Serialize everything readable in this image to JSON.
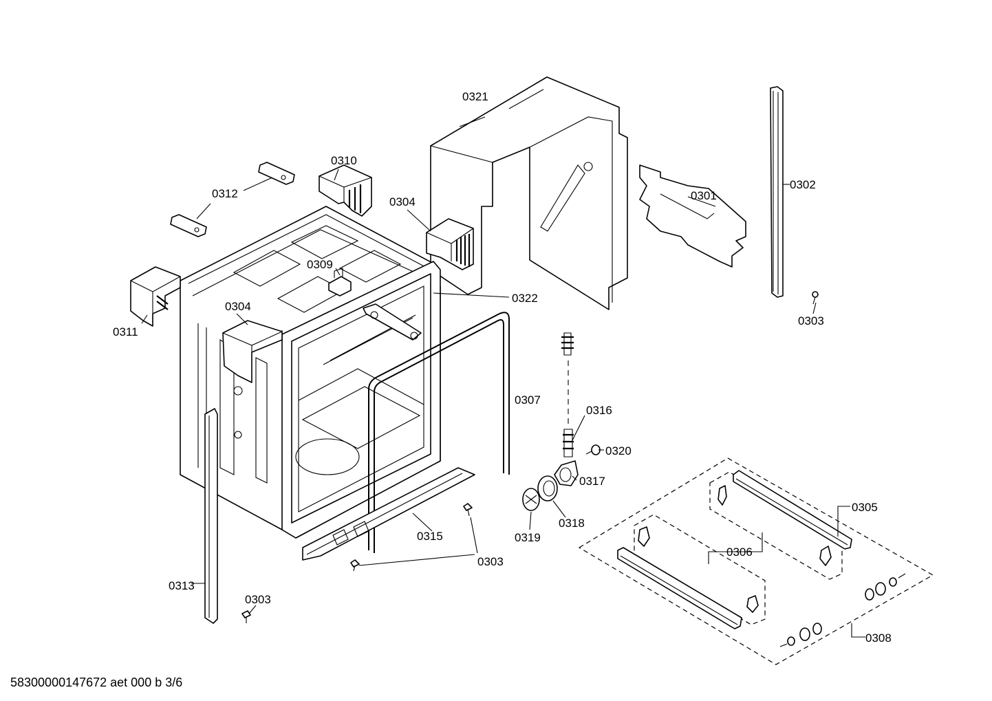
{
  "diagram": {
    "callouts": [
      {
        "id": "0321",
        "label": "0321"
      },
      {
        "id": "0310",
        "label": "0310"
      },
      {
        "id": "0312",
        "label": "0312"
      },
      {
        "id": "0304a",
        "label": "0304"
      },
      {
        "id": "0301",
        "label": "0301"
      },
      {
        "id": "0302",
        "label": "0302"
      },
      {
        "id": "0309",
        "label": "0309"
      },
      {
        "id": "0322",
        "label": "0322"
      },
      {
        "id": "0304b",
        "label": "0304"
      },
      {
        "id": "0311",
        "label": "0311"
      },
      {
        "id": "0303a",
        "label": "0303"
      },
      {
        "id": "0307",
        "label": "0307"
      },
      {
        "id": "0316",
        "label": "0316"
      },
      {
        "id": "0320",
        "label": "0320"
      },
      {
        "id": "0317",
        "label": "0317"
      },
      {
        "id": "0305",
        "label": "0305"
      },
      {
        "id": "0318",
        "label": "0318"
      },
      {
        "id": "0319",
        "label": "0319"
      },
      {
        "id": "0315",
        "label": "0315"
      },
      {
        "id": "0306",
        "label": "0306"
      },
      {
        "id": "0303b",
        "label": "0303"
      },
      {
        "id": "0313",
        "label": "0313"
      },
      {
        "id": "0303c",
        "label": "0303"
      },
      {
        "id": "0308",
        "label": "0308"
      }
    ],
    "footer": "58300000147672 aet 000 b 3/6"
  }
}
